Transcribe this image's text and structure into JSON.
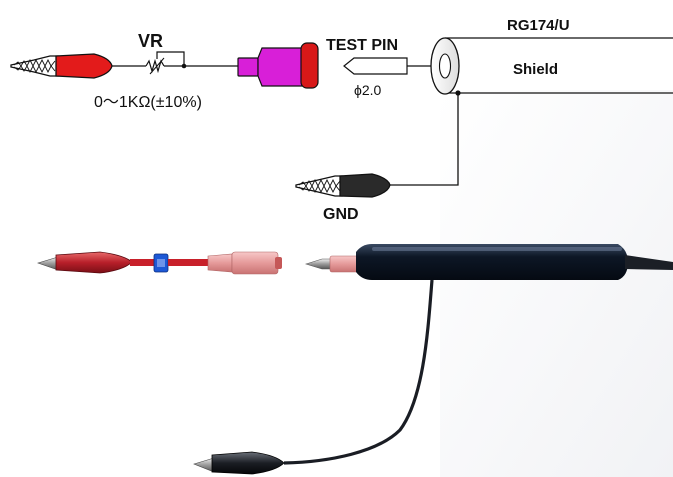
{
  "schematic": {
    "vr_label": "VR",
    "vr_range": "0〜1KΩ(±10%)",
    "test_pin_label": "TEST PIN",
    "test_pin_diameter": "ϕ2.0",
    "cable_label": "RG174/U",
    "shield_label": "Shield",
    "gnd_label": "GND"
  },
  "colors": {
    "red_clip": "#e31b1b",
    "magenta_plug": "#d81fd8",
    "red_cap": "#d81818",
    "black_clip": "#2a2a2a",
    "probe_body": "#0d1726",
    "pink_sleeve": "#eaa3a3",
    "blue_vr": "#1d58d6"
  },
  "icons": [
    "alligator-clip-icon",
    "variable-resistor-icon",
    "coax-end-icon"
  ]
}
